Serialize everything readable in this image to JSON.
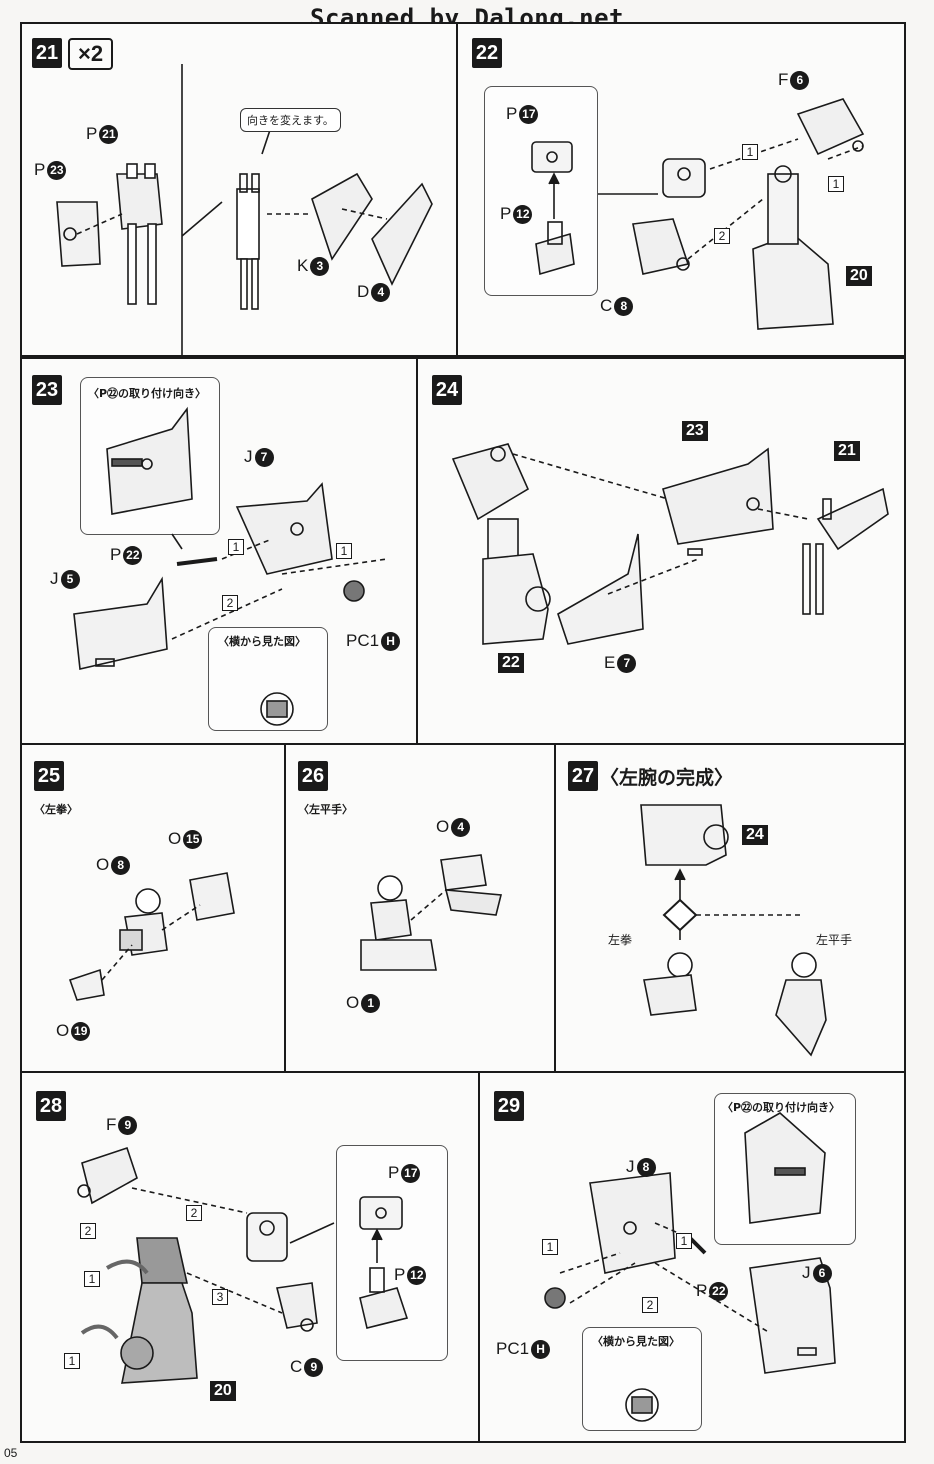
{
  "header": {
    "watermark": "Scanned by Dalong.net"
  },
  "footer": {
    "page_number": "05"
  },
  "steps": {
    "s21": {
      "number": "21",
      "multiplier": "×2",
      "note": "向きを変えます。",
      "parts": {
        "p21": "P",
        "p21n": "21",
        "p23": "P",
        "p23n": "23",
        "k3": "K",
        "k3n": "3",
        "d4": "D",
        "d4n": "4"
      }
    },
    "s22": {
      "number": "22",
      "parts": {
        "p17": "P",
        "p17n": "17",
        "p12": "P",
        "p12n": "12",
        "f6": "F",
        "f6n": "6",
        "c8": "C",
        "c8n": "8",
        "ref20": "20"
      },
      "order": [
        "1",
        "1",
        "2"
      ]
    },
    "s23": {
      "number": "23",
      "inset_title": "〈P㉒の取り付け向き〉",
      "side_view": "〈横から見た図〉",
      "parts": {
        "j7": "J",
        "j7n": "7",
        "p22": "P",
        "p22n": "22",
        "j5": "J",
        "j5n": "5",
        "pc1": "PC1",
        "pc1n": "H"
      },
      "order": [
        "1",
        "1",
        "2"
      ]
    },
    "s24": {
      "number": "24",
      "parts": {
        "ref23": "23",
        "ref21": "21",
        "ref22": "22",
        "e7": "E",
        "e7n": "7"
      }
    },
    "s25": {
      "number": "25",
      "subtitle": "〈左拳〉",
      "parts": {
        "o8": "O",
        "o8n": "8",
        "o15": "O",
        "o15n": "15",
        "o19": "O",
        "o19n": "19"
      }
    },
    "s26": {
      "number": "26",
      "subtitle": "〈左平手〉",
      "parts": {
        "o4": "O",
        "o4n": "4",
        "o1": "O",
        "o1n": "1"
      }
    },
    "s27": {
      "number": "27",
      "title": "〈左腕の完成〉",
      "parts": {
        "ref24": "24",
        "left_fist": "左拳",
        "left_hand": "左平手"
      }
    },
    "s28": {
      "number": "28",
      "parts": {
        "f9": "F",
        "f9n": "9",
        "p17": "P",
        "p17n": "17",
        "p12": "P",
        "p12n": "12",
        "c9": "C",
        "c9n": "9",
        "ref20": "20"
      },
      "order": [
        "1",
        "1",
        "2",
        "2",
        "3"
      ]
    },
    "s29": {
      "number": "29",
      "inset_title": "〈P㉒の取り付け向き〉",
      "side_view": "〈横から見た図〉",
      "parts": {
        "j8": "J",
        "j8n": "8",
        "j6": "J",
        "j6n": "6",
        "p22": "P",
        "p22n": "22",
        "pc1": "PC1",
        "pc1n": "H"
      },
      "order": [
        "1",
        "1",
        "2"
      ]
    }
  }
}
